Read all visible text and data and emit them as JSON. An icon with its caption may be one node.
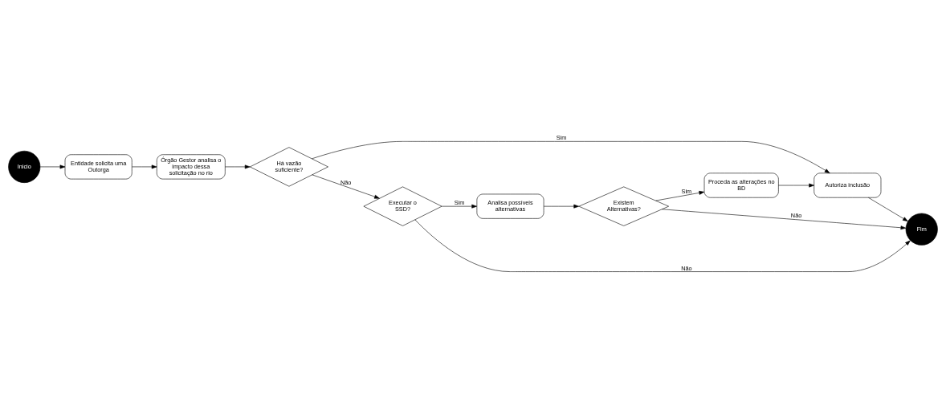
{
  "diagram": {
    "nodes": [
      {
        "text": [
          "Inicio"
        ]
      },
      {
        "text": [
          "Entidade solicita uma Outorga"
        ]
      },
      {
        "text": [
          "Órgão Gestor analisa o impacto dessa solicitação no rio"
        ]
      },
      {
        "text": [
          "Há vazão suficiente?"
        ]
      },
      {
        "text": [
          "Autoriza inclusão"
        ]
      },
      {
        "text": [
          "Proceda as alterações no BD"
        ]
      },
      {
        "text": [
          "Executar o SSD?"
        ]
      },
      {
        "text": [
          "Fim"
        ]
      },
      {
        "text": [
          "Existem Alternativas?"
        ]
      },
      {
        "text": [
          "Analisa possíveis alternativas"
        ]
      }
    ],
    "edges": [
      {
        "from": 0,
        "to": 1,
        "arrow": "to"
      },
      {
        "from": 1,
        "to": 2,
        "arrow": "to"
      },
      {
        "from": 2,
        "to": 3,
        "arrow": "to"
      },
      {
        "from": 3,
        "to": 4,
        "arrow": "to",
        "label": "Sim"
      },
      {
        "from": 3,
        "to": 6,
        "arrow": "to",
        "label": "Não"
      },
      {
        "from": 5,
        "to": 4,
        "arrow": "to"
      },
      {
        "from": 4,
        "to": 7,
        "arrow": "to"
      },
      {
        "from": 6,
        "to": 7,
        "arrow": "to",
        "label": "Não"
      },
      {
        "from": 8,
        "to": 7,
        "arrow": "to",
        "label": "Não"
      },
      {
        "from": 8,
        "to": 5,
        "arrow": "to",
        "label": "Sim"
      },
      {
        "from": 6,
        "to": 9,
        "arrow": "to",
        "label": "Sim"
      },
      {
        "from": 9,
        "to": 8,
        "arrow": "to"
      }
    ]
  }
}
